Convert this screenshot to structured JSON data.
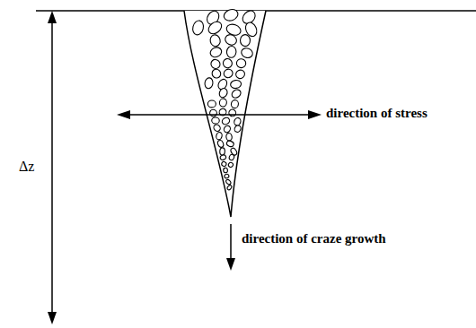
{
  "diagram": {
    "labels": [
      "Δz",
      "direction of stress",
      "direction of craze growth"
    ]
  }
}
